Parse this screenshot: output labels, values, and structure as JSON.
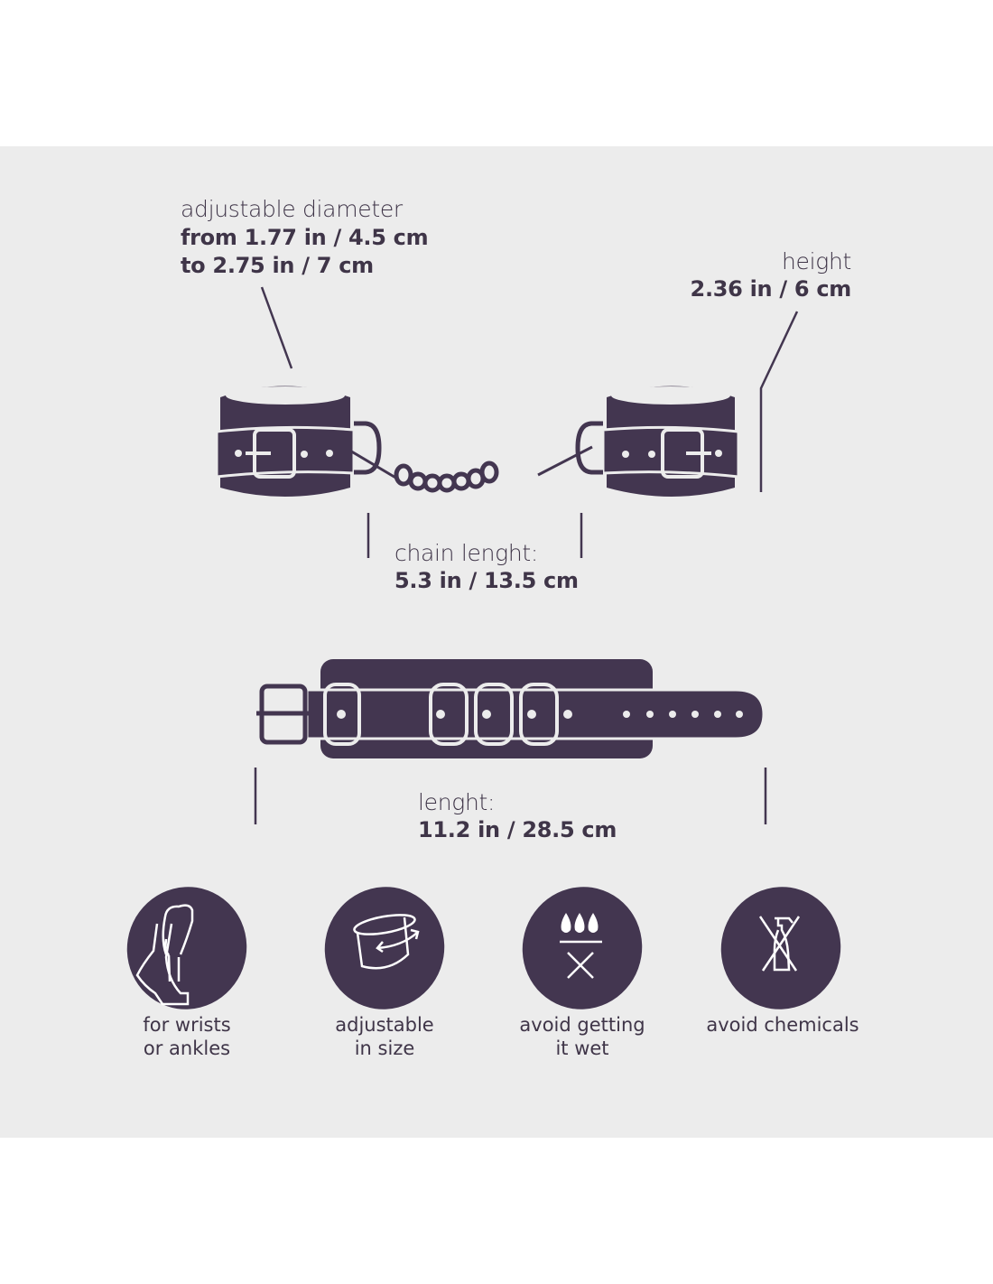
{
  "colors": {
    "brand": "#433650",
    "panel": "#ececec",
    "text": "#3f3548"
  },
  "diameter": {
    "label": "adjustable diameter",
    "from": "from 1.77 in / 4.5 cm",
    "to": "to 2.75 in / 7 cm"
  },
  "height": {
    "label": "height",
    "value": "2.36 in / 6 cm"
  },
  "chain": {
    "label": "chain lenght:",
    "value": "5.3 in / 13.5 cm"
  },
  "length": {
    "label": "lenght:",
    "value": "11.2 in / 28.5 cm"
  },
  "features": [
    {
      "icon": "wrist-ankle-icon",
      "line1": "for wrists",
      "line2": "or ankles"
    },
    {
      "icon": "adjustable-cuff-icon",
      "line1": "adjustable",
      "line2": "in size"
    },
    {
      "icon": "no-water-icon",
      "line1": "avoid getting",
      "line2": "it wet"
    },
    {
      "icon": "no-chemicals-icon",
      "line1": "avoid chemicals",
      "line2": ""
    }
  ]
}
